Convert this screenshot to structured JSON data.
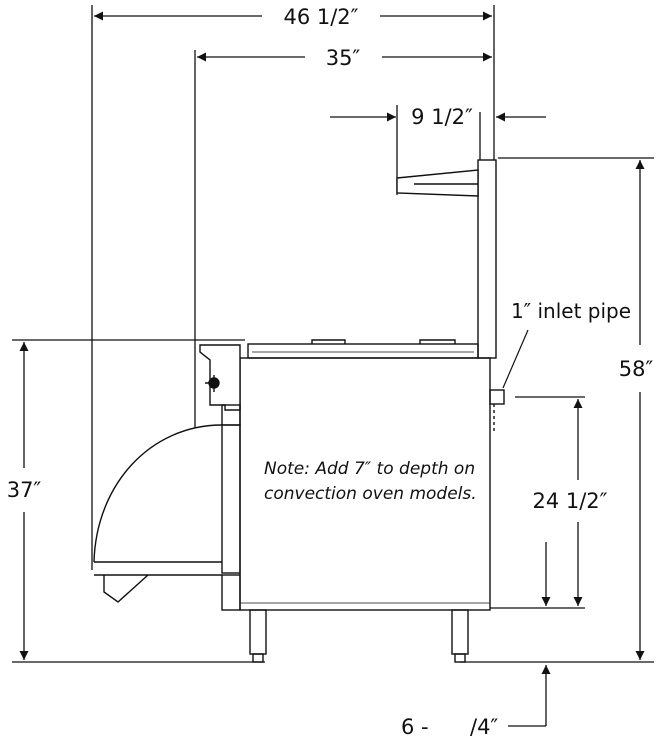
{
  "dimensions": {
    "overall_depth": "46 1/2″",
    "body_depth": "35″",
    "backsplash_depth": "9 1/2″",
    "overall_height": "58″",
    "work_height": "37″",
    "inlet_height": "24 1/2″",
    "leg_adjust_left": "6 -",
    "leg_adjust_right": "/4″"
  },
  "callouts": {
    "inlet_pipe": "1″ inlet pipe"
  },
  "notes": {
    "line1": "Note:  Add 7″ to depth on",
    "line2": "convection oven models."
  },
  "colors": {
    "line": "#111111",
    "background": "#ffffff"
  }
}
